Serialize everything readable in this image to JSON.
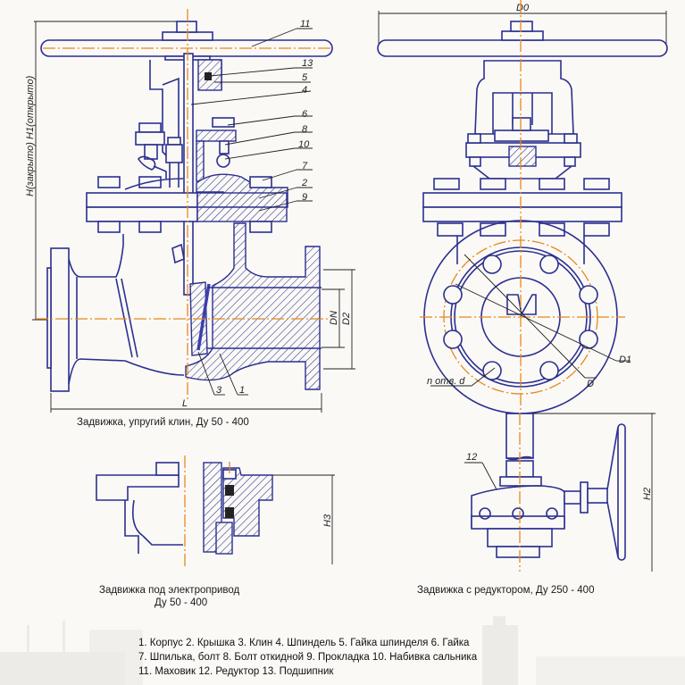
{
  "drawing": {
    "subject": "Gate valve technical drawing",
    "colors": {
      "outline": "#2b2f8f",
      "centerline": "#e8891d",
      "dimension": "#222222",
      "background": "#faf9f6"
    },
    "dimensions": {
      "overall_height": "H(закрыто)  H1(открыто)",
      "handwheel_diameter": "D0",
      "length": "L",
      "nominal_diameter": "DN",
      "d2": "D2",
      "d1": "D1",
      "d": "D",
      "bolt_holes": "n отв. d",
      "h2": "H2",
      "h3": "H3"
    },
    "callouts": [
      "11",
      "13",
      "5",
      "4",
      "6",
      "8",
      "10",
      "7",
      "2",
      "9",
      "3",
      "1",
      "12"
    ]
  },
  "captions": {
    "main_view": "Задвижка, упругий клин, Ду 50 - 400",
    "electric_drive_line1": "Задвижка под электропривод",
    "electric_drive_line2": "Ду 50 - 400",
    "gearbox_view": "Задвижка с редуктором, Ду 250 - 400"
  },
  "legend": {
    "lines": [
      "1. Корпус 2. Крышка 3. Клин  4. Шпиндель 5. Гайка шпинделя 6. Гайка",
      "7. Шпилька, болт 8. Болт откидной 9. Прокладка 10. Набивка сальника",
      "11. Маховик 12. Редуктор 13. Подшипник"
    ]
  }
}
